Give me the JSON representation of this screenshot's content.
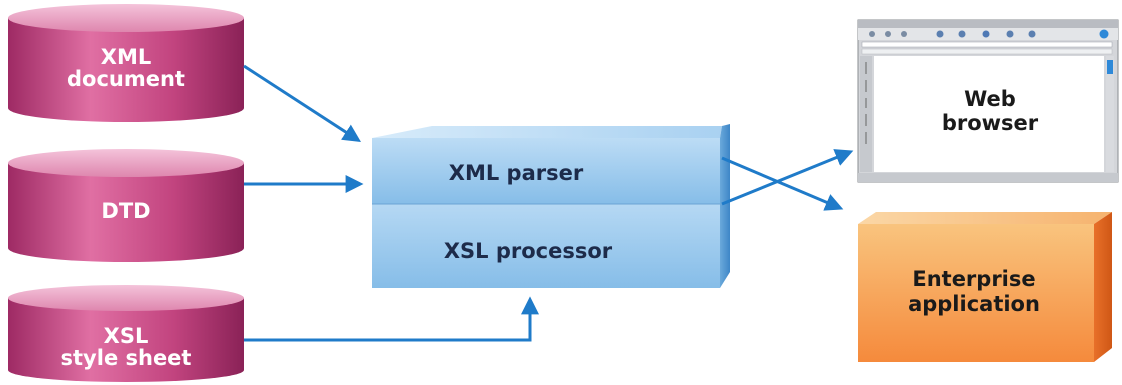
{
  "sources": [
    {
      "lines": [
        "XML",
        "document"
      ]
    },
    {
      "lines": [
        "DTD"
      ]
    },
    {
      "lines": [
        "XSL",
        "style sheet"
      ]
    }
  ],
  "processor": {
    "top_label": "XML parser",
    "bottom_label": "XSL processor"
  },
  "outputs": {
    "browser": {
      "lines": [
        "Web",
        "browser"
      ]
    },
    "application": {
      "lines": [
        "Enterprise",
        "application"
      ]
    }
  },
  "colors": {
    "cylinder": "#c2447f",
    "cylinder_top": "#e79abd",
    "processor": "#8ec2ea",
    "processor_front": "#a7d1f2",
    "processor_side": "#5aa0d8",
    "application": "#f6a04d",
    "arrow": "#1f7bc9"
  },
  "icons": {
    "arrow_head": "arrow-head-icon",
    "browser": "browser-window-icon"
  }
}
